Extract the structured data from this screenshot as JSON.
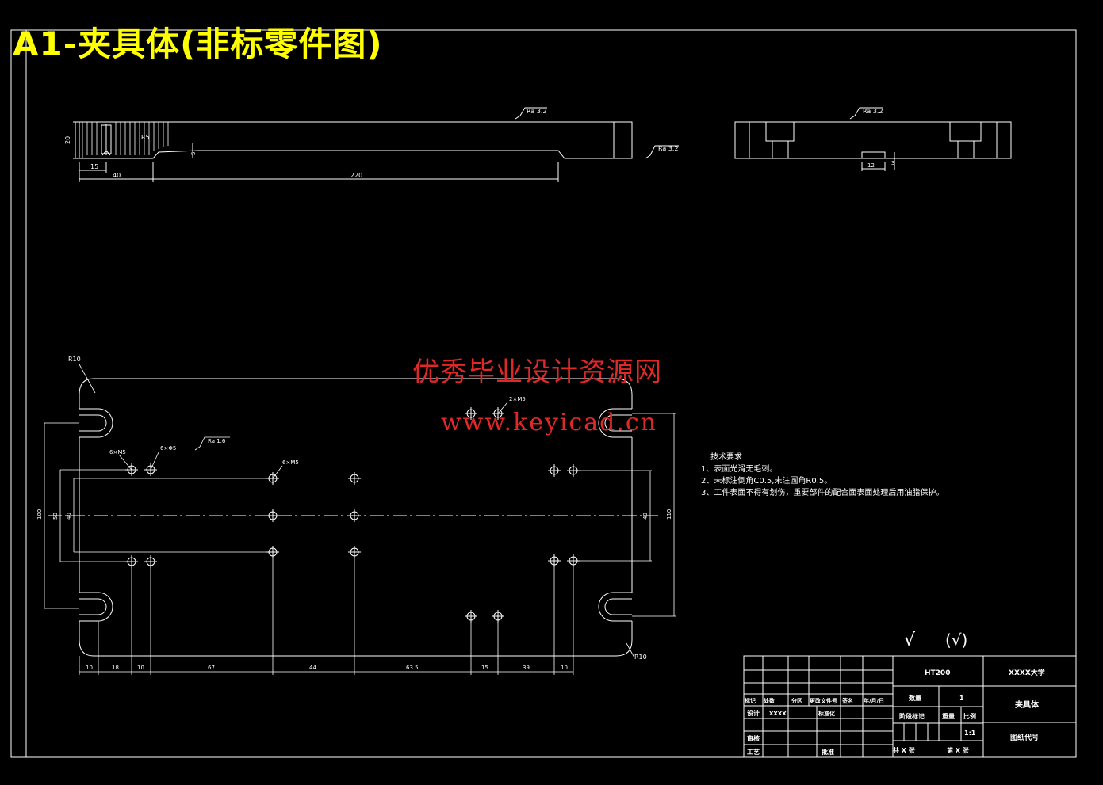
{
  "title": "A1-夹具体(非标零件图)",
  "watermark": {
    "site_name": "优秀毕业设计资源网",
    "url": "www.keyicad.cn"
  },
  "colors": {
    "background": "#000000",
    "lines": "#ffffff",
    "title": "#ffff00",
    "watermark": "#e02828"
  },
  "top_view": {
    "roughness_top": "Ra 3.2",
    "roughness_end": "Ra 3.2",
    "dims": {
      "height": "20",
      "d15": "15",
      "d40": "40",
      "d220": "220",
      "r5": "R5",
      "d5": "5"
    }
  },
  "side_view": {
    "roughness": "Ra 3.2",
    "slot_width": "12",
    "slot_depth": "3"
  },
  "plan_view": {
    "r10_top": "R10",
    "r10_bottom": "R10",
    "callout_6xm5_left": "6×M5",
    "callout_6xphi5": "6×Φ5",
    "callout_6xm5_mid": "6×M5",
    "callout_2xm5": "2×M5",
    "roughness": "Ra 1.6",
    "dims_left": [
      "100",
      "50",
      "40"
    ],
    "dims_right": [
      "49",
      "110"
    ],
    "dims_bottom": [
      "10",
      "18",
      "10",
      "67",
      "44",
      "63.5",
      "15",
      "39",
      "10"
    ]
  },
  "tech_requirements": {
    "heading": "技术要求",
    "items": [
      "1、表面光滑无毛刺。",
      "2、未标注倒角C0.5,未注圆角R0.5。",
      "3、工件表面不得有划伤，重要部件的配合面表面处理后用油脂保护。"
    ]
  },
  "surface_marks": {
    "check": "√",
    "check_paren": "(√)"
  },
  "title_block": {
    "material": "HT200",
    "school": "XXXX大学",
    "part_name": "夹具体",
    "drawing_code": "图纸代号",
    "qty_label": "数量",
    "qty": "1",
    "stage_mark": "阶段标记",
    "weight": "重量",
    "scale_label": "比例",
    "scale": "1:1",
    "sheets_total": "共 X 张",
    "sheet_no": "第 X 张",
    "row_headers": [
      "标记",
      "处数",
      "分区",
      "更改文件号",
      "签名",
      "年/月/日"
    ],
    "design": "设计",
    "designer": "XXXX",
    "standardize": "标准化",
    "review": "审核",
    "process": "工艺",
    "approve": "批准"
  }
}
